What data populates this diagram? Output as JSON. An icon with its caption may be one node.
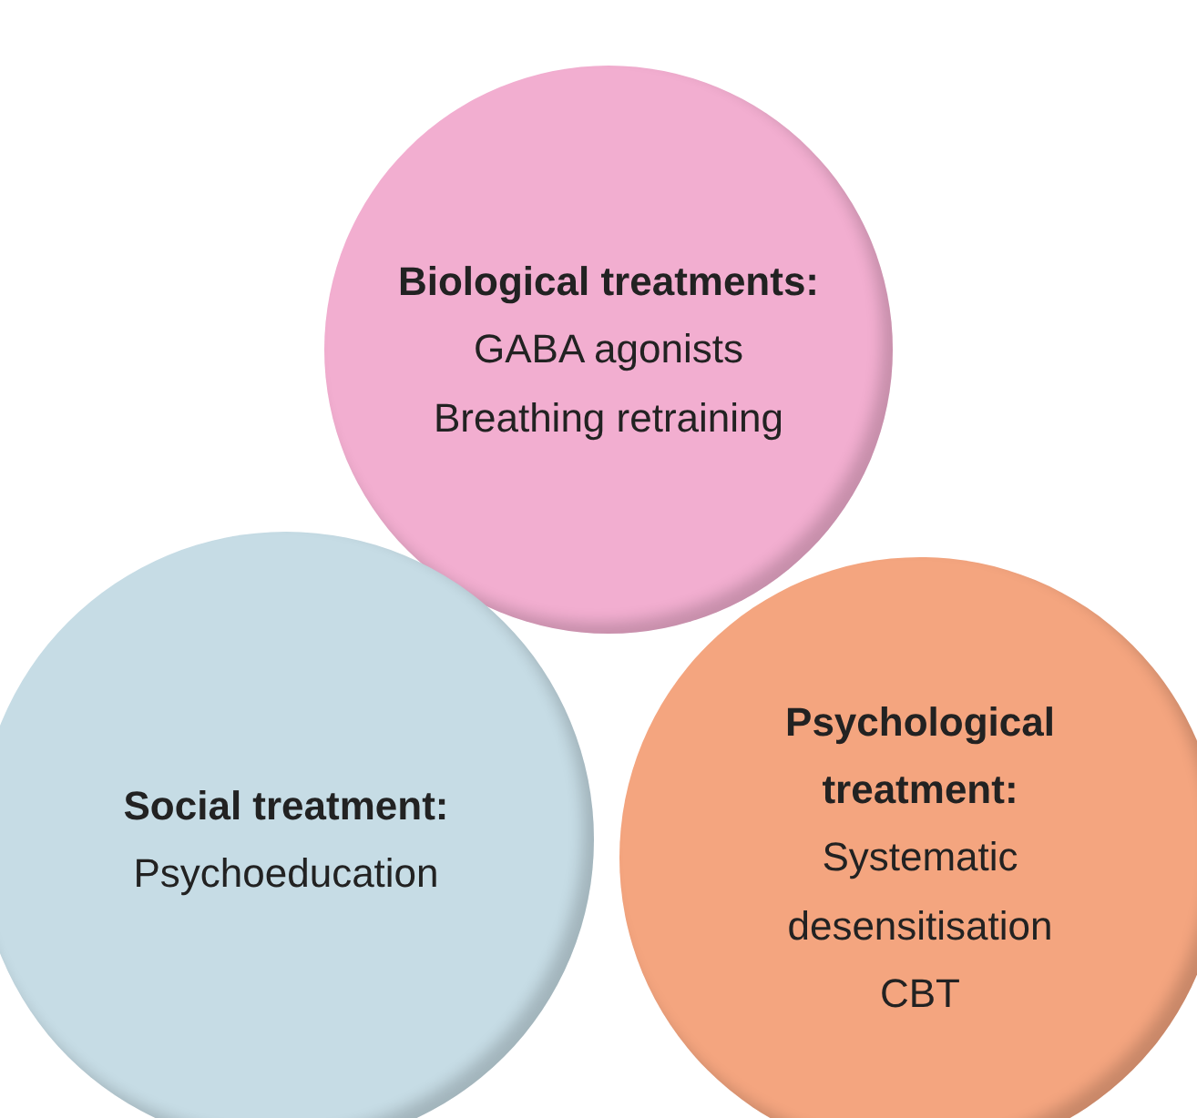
{
  "diagram": {
    "nodes": [
      {
        "text": [
          "Biological treatments:",
          "GABA agonists",
          "Breathing retraining"
        ]
      },
      {
        "text": [
          "Social treatment:",
          "Psychoeducation"
        ]
      },
      {
        "text": [
          "Psychological treatment:",
          "Systematic desensitisation",
          "CBT"
        ]
      }
    ]
  }
}
